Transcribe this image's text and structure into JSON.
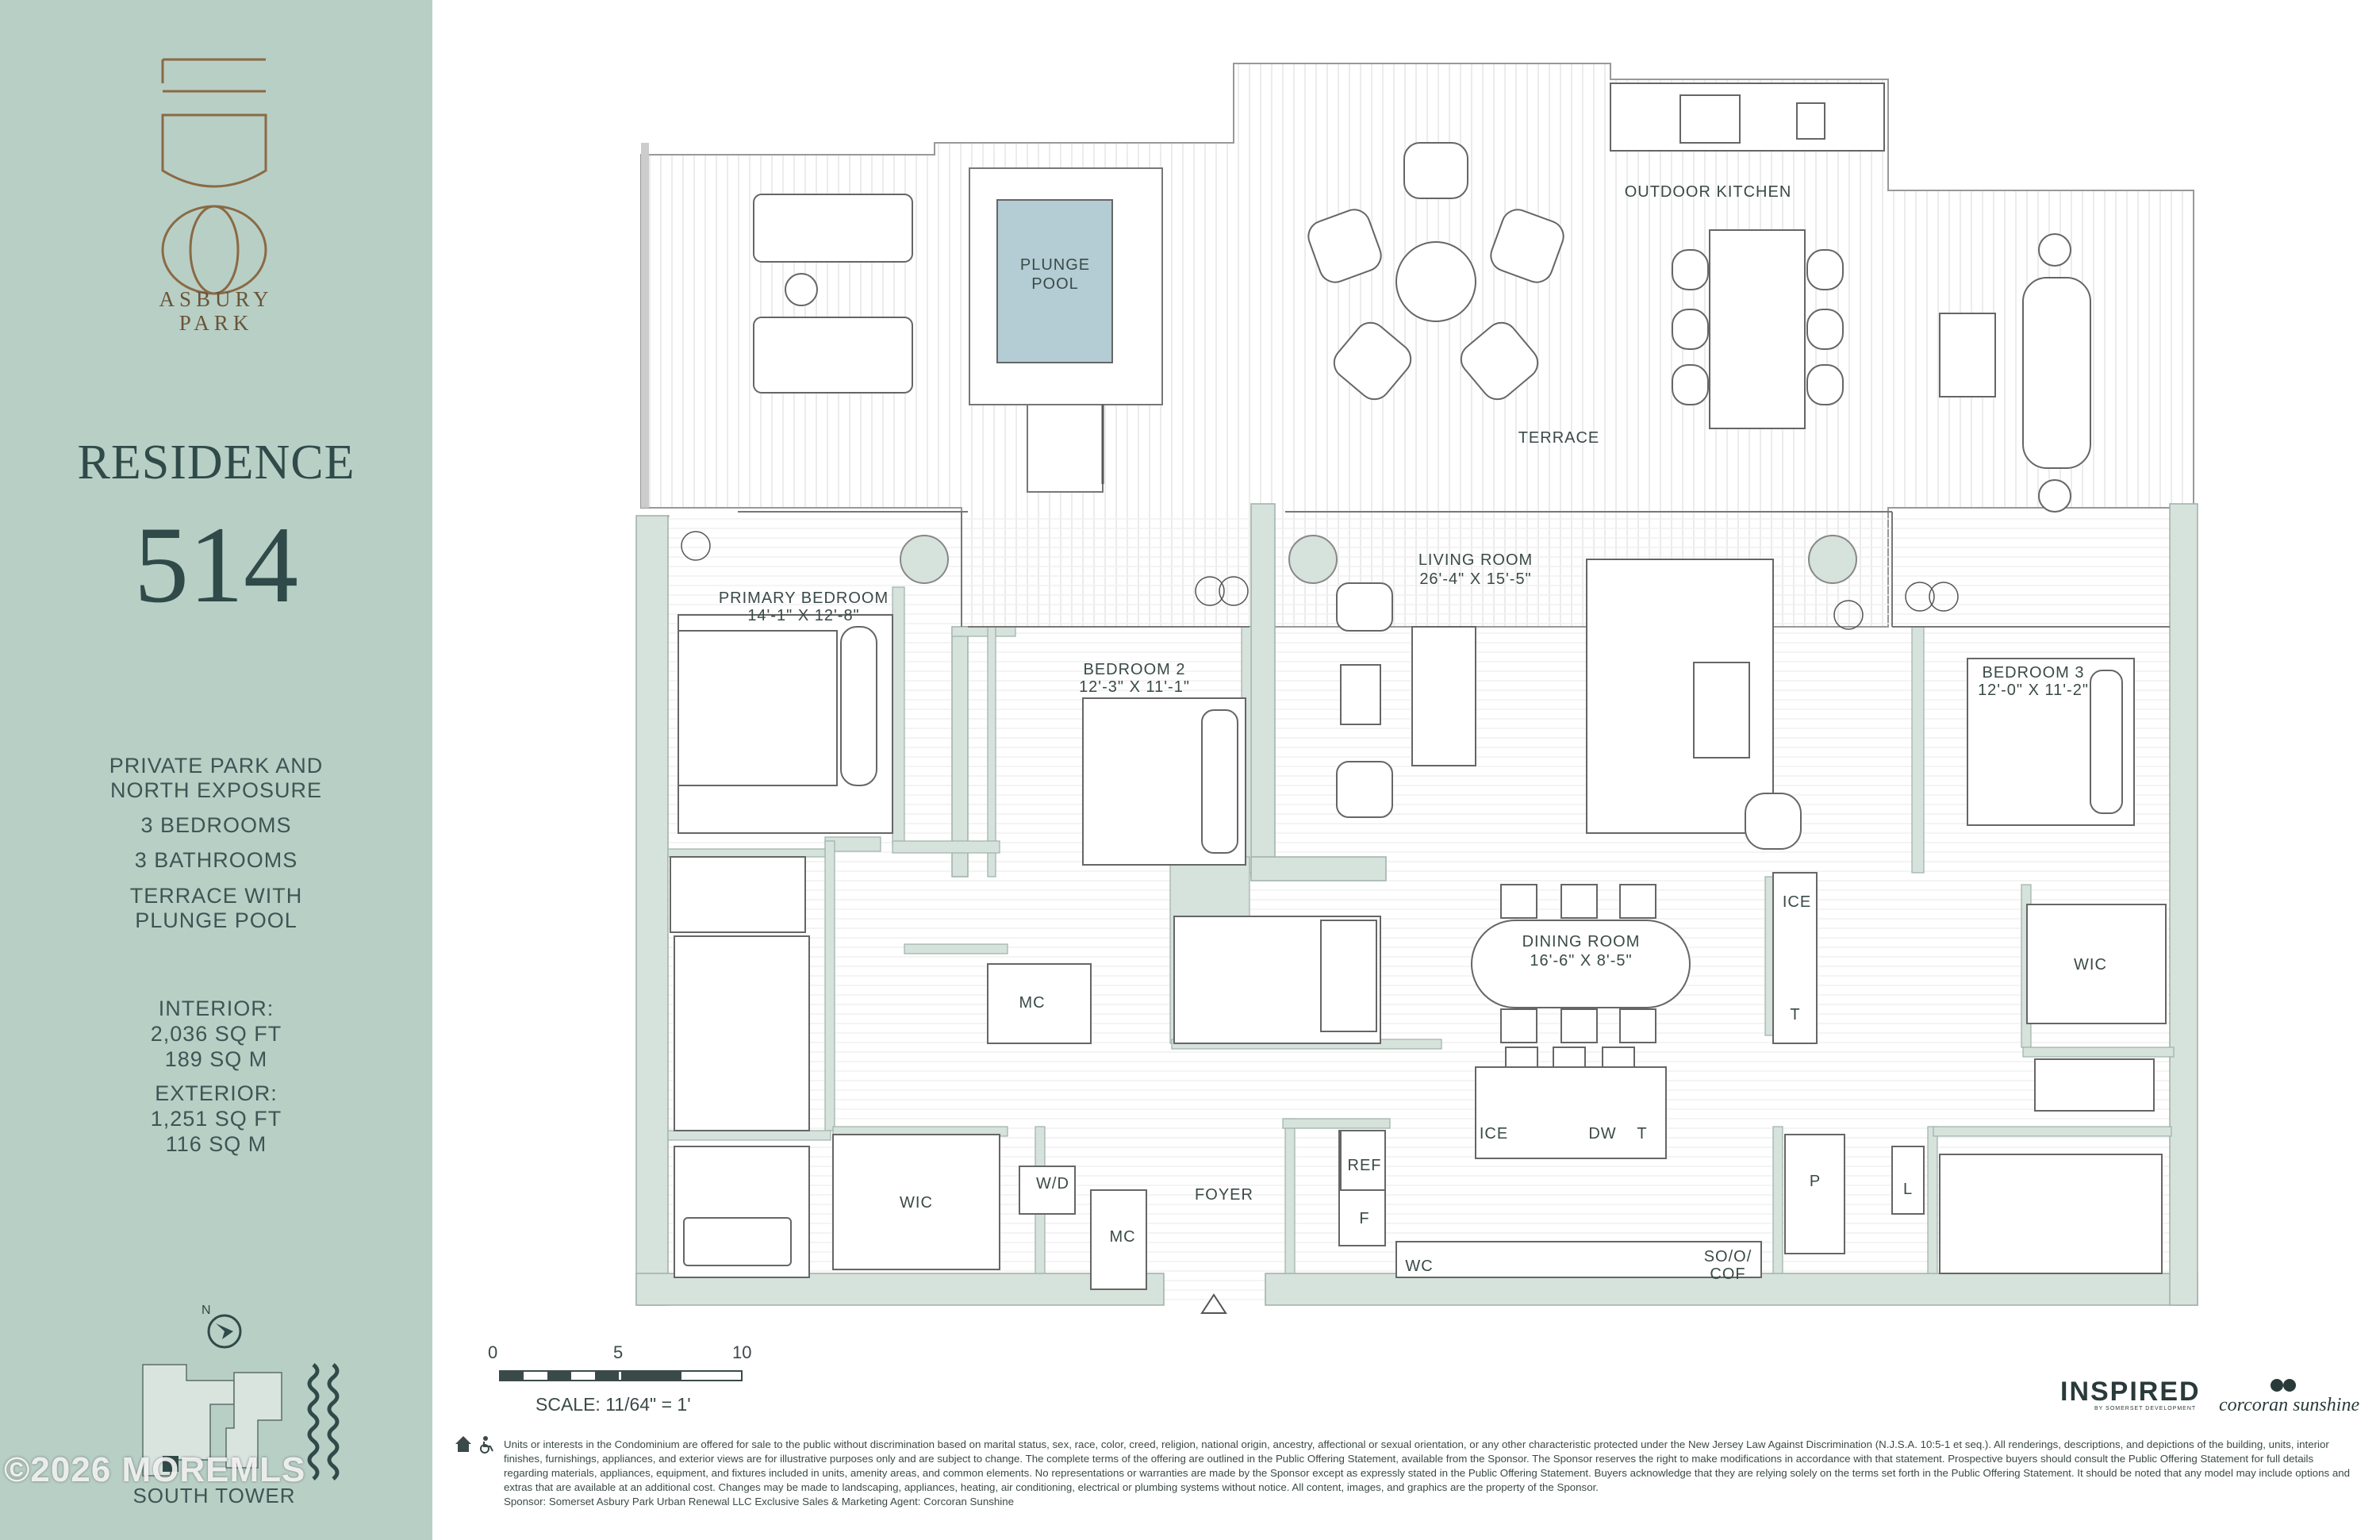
{
  "brand": {
    "logo_text": "LIDO",
    "sub_line1": "ASBURY",
    "sub_line2": "PARK"
  },
  "residence": {
    "title": "RESIDENCE",
    "number": "514"
  },
  "features": [
    "PRIVATE PARK AND",
    "NORTH EXPOSURE",
    "3 BEDROOMS",
    "3 BATHROOMS",
    "TERRACE WITH",
    "PLUNGE POOL"
  ],
  "area": {
    "interior_label": "INTERIOR:",
    "interior_sqft": "2,036 SQ FT",
    "interior_sqm": "189 SQ M",
    "exterior_label": "EXTERIOR:",
    "exterior_sqft": "1,251 SQ FT",
    "exterior_sqm": "116 SQ M"
  },
  "compass_label": "N",
  "tower_label": "SOUTH TOWER",
  "watermark": "©2026 MOREMLS",
  "rooms": {
    "outdoor_kitchen": "OUTDOOR KITCHEN",
    "plunge_pool_1": "PLUNGE",
    "plunge_pool_2": "POOL",
    "terrace": "TERRACE",
    "living_room": "LIVING ROOM",
    "living_room_dim": "26'-4\" X 15'-5\"",
    "primary_bedroom": "PRIMARY BEDROOM",
    "primary_bedroom_dim": "14'-1\" X 12'-8\"",
    "bedroom2": "BEDROOM 2",
    "bedroom2_dim": "12'-3\" X 11'-1\"",
    "bedroom3": "BEDROOM 3",
    "bedroom3_dim": "12'-0\" X 11'-2\"",
    "dining_room": "DINING ROOM",
    "dining_room_dim": "16'-6\" X 8'-5\"",
    "mc1": "MC",
    "mc2": "MC",
    "wic1": "WIC",
    "wic2": "WIC",
    "wd": "W/D",
    "foyer": "FOYER",
    "ref": "REF",
    "f": "F",
    "wc": "WC",
    "so_o_cof_1": "SO/O/",
    "so_o_cof_2": "COF",
    "ice1": "ICE",
    "ice2": "ICE",
    "dw": "DW",
    "t1": "T",
    "t2": "T",
    "p": "P",
    "l": "L"
  },
  "scale": {
    "tick0": "0",
    "tick5": "5",
    "tick10": "10",
    "label": "SCALE: 11/64\" = 1'"
  },
  "disclaimer": "Units or interests in the Condominium are offered for sale to the public without discrimination based on marital status, sex, race, color, creed, religion, national origin, ancestry, affectional or sexual orientation, or any other characteristic protected under the New Jersey Law Against Discrimination (N.J.S.A. 10:5-1 et seq.). All renderings, descriptions, and depictions of the building, units, interior finishes, furnishings, appliances, and exterior views are for illustrative purposes only and are subject to change. The complete terms of the offering are outlined in the Public Offering Statement, available from the Sponsor. The Sponsor reserves the right to make modifications in accordance with that statement. Prospective buyers should consult the Public Offering Statement for full details regarding materials, appliances, equipment, and fixtures included in units, amenity areas, and common elements. No representations or warranties are made by the Sponsor except as expressly stated in the Public Offering Statement. Buyers acknowledge that they are relying solely on the terms set forth in the Public Offering Statement. It should be noted that any model may include options and extras that are available at an additional cost. Changes may be made to landscaping, appliances, heating, air conditioning, electrical or plumbing systems without notice. All content, images, and graphics are the property of the Sponsor.",
  "sponsor_line": "Sponsor: Somerset Asbury Park Urban Renewal LLC Exclusive Sales & Marketing Agent: Corcoran Sunshine",
  "partners": {
    "inspired": "INSPIRED",
    "inspired_sub": "BY SOMERSET DEVELOPMENT",
    "corcoran": "corcoran sunshine"
  },
  "colors": {
    "sidebar": "#b8cfc6",
    "wall": "#d6e2dc",
    "pool": "#b4ccd4",
    "logo_bronze": "#8a6a44"
  }
}
